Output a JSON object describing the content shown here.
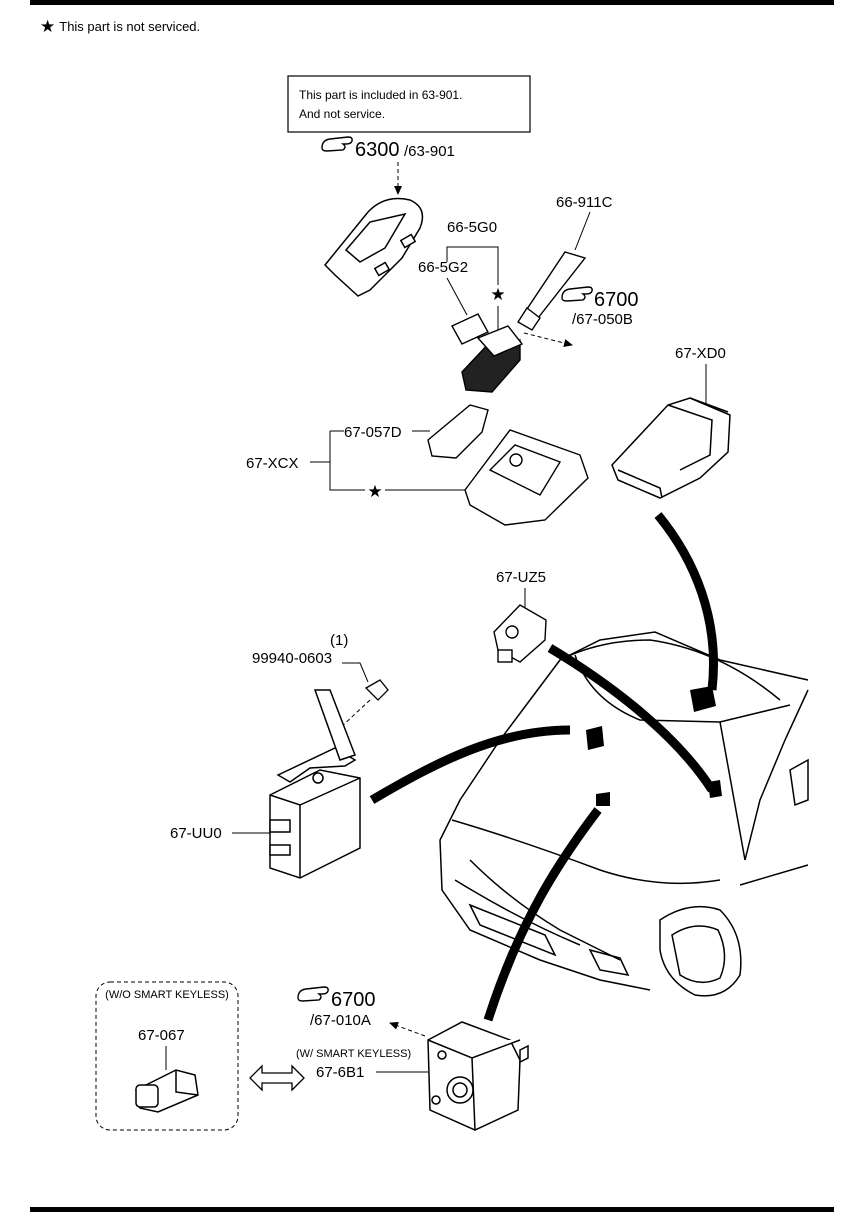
{
  "legend": {
    "star_glyph": "★",
    "text": "This part is not serviced."
  },
  "note_box": {
    "line1": "This part is included in 63-901.",
    "line2": "And not service."
  },
  "refs": {
    "ref1": {
      "num": "6300",
      "sub": "/63-901"
    },
    "ref2": {
      "num": "6700",
      "sub": "/67-050B"
    },
    "ref3": {
      "num": "6700",
      "sub": "/67-010A"
    }
  },
  "parts": {
    "p66_911C": "66-911C",
    "p66_5G0": "66-5G0",
    "p66_5G2": "66-5G2",
    "p67_XD0": "67-XD0",
    "p67_057D": "67-057D",
    "p67_XCX": "67-XCX",
    "p67_UZ5": "67-UZ5",
    "p99940_qty": "(1)",
    "p99940": "99940-0603",
    "p67_UU0": "67-UU0",
    "p67_067": "67-067",
    "p67_6B1": "67-6B1"
  },
  "variants": {
    "without": "(W/O SMART KEYLESS)",
    "with": "(W/ SMART KEYLESS)"
  },
  "star_glyph": "★"
}
